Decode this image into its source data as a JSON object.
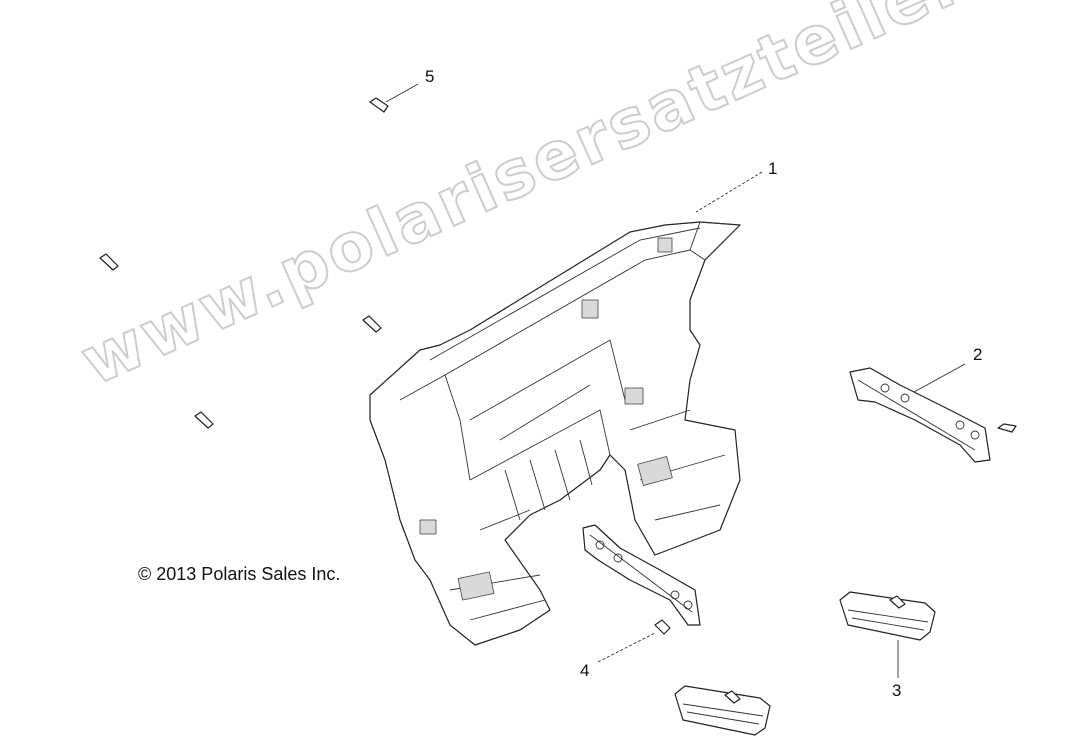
{
  "copyright": "© 2013 Polaris Sales Inc.",
  "watermark": "www.polarisersatzteile.de",
  "callouts": [
    {
      "id": "1",
      "label": "1"
    },
    {
      "id": "2",
      "label": "2"
    },
    {
      "id": "3",
      "label": "3"
    },
    {
      "id": "4",
      "label": "4"
    },
    {
      "id": "5",
      "label": "5"
    }
  ],
  "icons": [
    "bolt-icon",
    "bracket-icon",
    "bumper-icon",
    "step-pad-icon"
  ],
  "colors": {
    "line": "#222222",
    "watermark_outline": "#c8c8c8"
  }
}
